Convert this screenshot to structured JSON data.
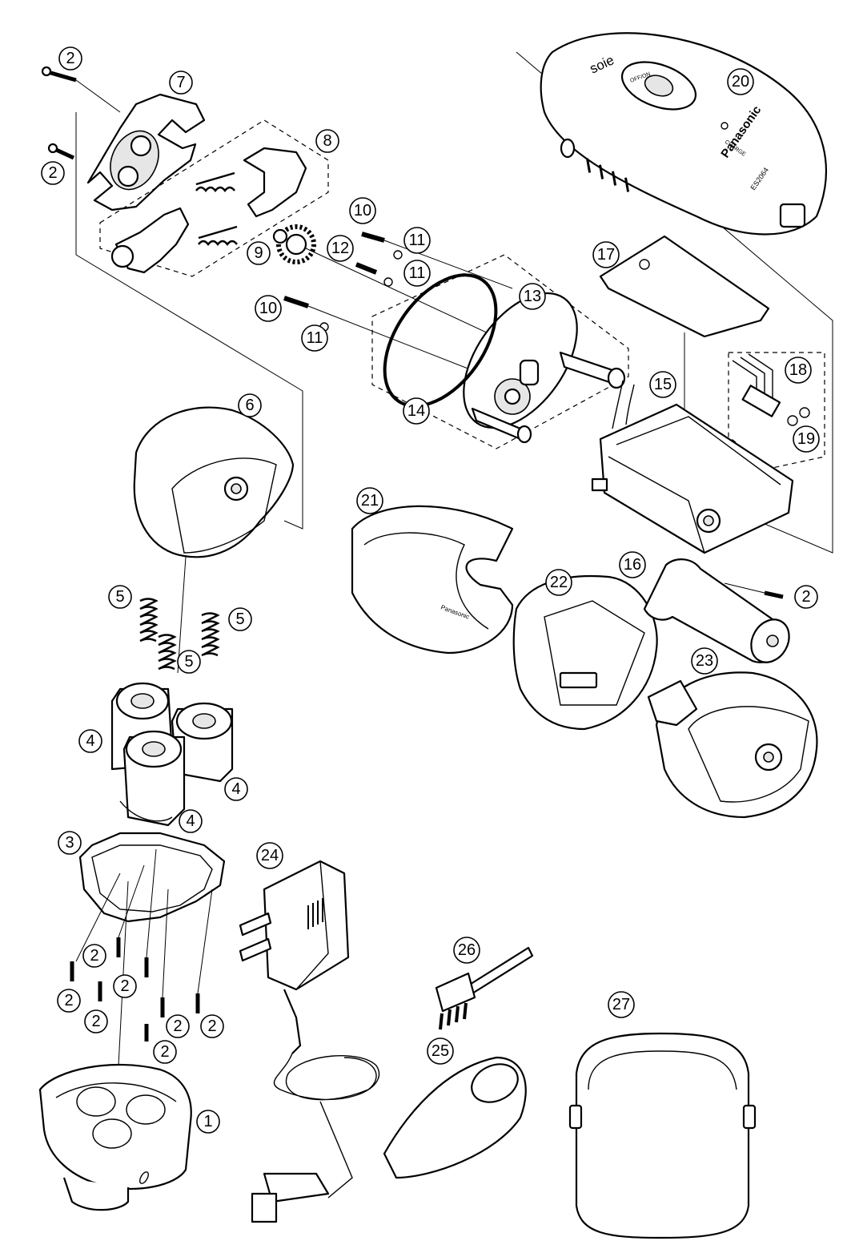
{
  "housing": {
    "soie_label": "soie",
    "off_on_label": "OFF/ON",
    "charge_label": "CHARGE",
    "brand_label": "Panasonic",
    "model_label": "ES2064"
  },
  "cover_brand_label": "Panasonic",
  "callouts": [
    {
      "id": "c2-a",
      "number": "2"
    },
    {
      "id": "c2-b",
      "number": "2"
    },
    {
      "id": "c7",
      "number": "7"
    },
    {
      "id": "c8",
      "number": "8"
    },
    {
      "id": "c10-a",
      "number": "10"
    },
    {
      "id": "c11-a",
      "number": "11"
    },
    {
      "id": "c12",
      "number": "12"
    },
    {
      "id": "c11-b",
      "number": "11"
    },
    {
      "id": "c9",
      "number": "9"
    },
    {
      "id": "c10-b",
      "number": "10"
    },
    {
      "id": "c11-c",
      "number": "11"
    },
    {
      "id": "c13",
      "number": "13"
    },
    {
      "id": "c14",
      "number": "14"
    },
    {
      "id": "c17",
      "number": "17"
    },
    {
      "id": "c18",
      "number": "18"
    },
    {
      "id": "c19",
      "number": "19"
    },
    {
      "id": "c15",
      "number": "15"
    },
    {
      "id": "c20",
      "number": "20"
    },
    {
      "id": "c6",
      "number": "6"
    },
    {
      "id": "c21",
      "number": "21"
    },
    {
      "id": "c22",
      "number": "22"
    },
    {
      "id": "c16",
      "number": "16"
    },
    {
      "id": "c2-c",
      "number": "2"
    },
    {
      "id": "c23",
      "number": "23"
    },
    {
      "id": "c5-a",
      "number": "5"
    },
    {
      "id": "c5-b",
      "number": "5"
    },
    {
      "id": "c5-c",
      "number": "5"
    },
    {
      "id": "c4-a",
      "number": "4"
    },
    {
      "id": "c4-b",
      "number": "4"
    },
    {
      "id": "c4-c",
      "number": "4"
    },
    {
      "id": "c3",
      "number": "3"
    },
    {
      "id": "c24",
      "number": "24"
    },
    {
      "id": "c2-d",
      "number": "2"
    },
    {
      "id": "c2-e",
      "number": "2"
    },
    {
      "id": "c2-f",
      "number": "2"
    },
    {
      "id": "c2-g",
      "number": "2"
    },
    {
      "id": "c2-h",
      "number": "2"
    },
    {
      "id": "c2-i",
      "number": "2"
    },
    {
      "id": "c2-j",
      "number": "2"
    },
    {
      "id": "c26",
      "number": "26"
    },
    {
      "id": "c27",
      "number": "27"
    },
    {
      "id": "c25",
      "number": "25"
    },
    {
      "id": "c1",
      "number": "1"
    }
  ]
}
